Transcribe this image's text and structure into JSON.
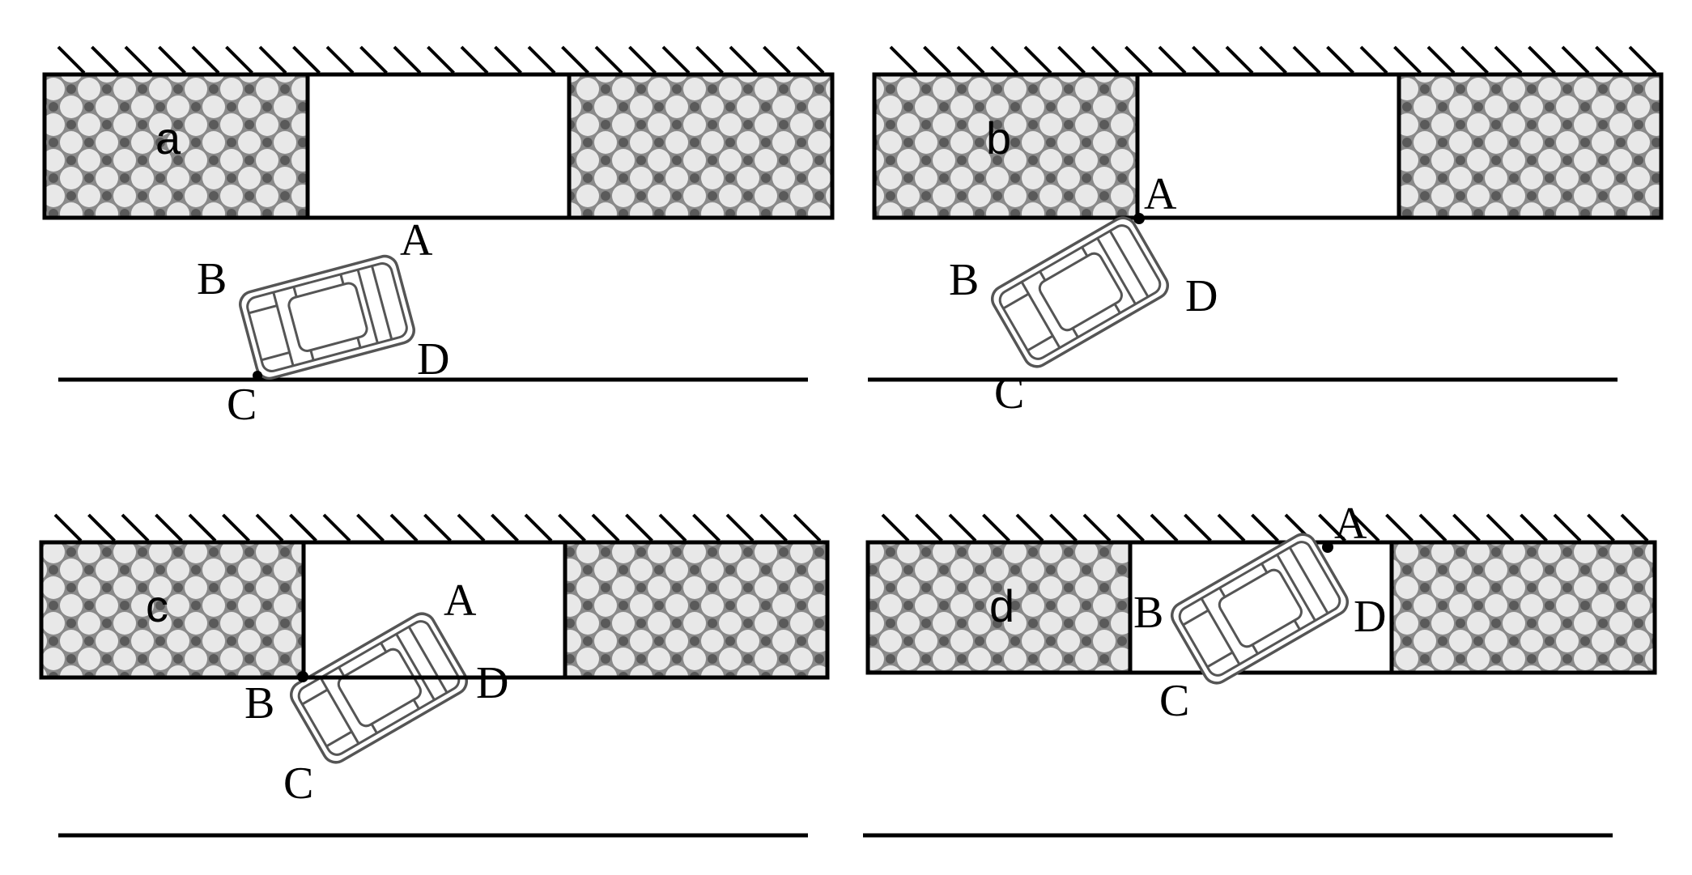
{
  "panels": [
    {
      "id": "a",
      "label": "a",
      "points": {
        "A": "A",
        "B": "B",
        "C": "C",
        "D": "D"
      }
    },
    {
      "id": "b",
      "label": "b",
      "points": {
        "A": "A",
        "B": "B",
        "C": "C",
        "D": "D"
      }
    },
    {
      "id": "c",
      "label": "c",
      "points": {
        "A": "A",
        "B": "B",
        "C": "C",
        "D": "D"
      }
    },
    {
      "id": "d",
      "label": "d",
      "points": {
        "A": "A",
        "B": "B",
        "C": "C",
        "D": "D"
      }
    }
  ],
  "colors": {
    "line": "#000000",
    "car_outline": "#555555",
    "occupied_a": "#ffffff",
    "occupied_b": "#8a8a8a"
  },
  "hatch_legend": "occupied parking spaces drawn with gray crosshatch texture"
}
